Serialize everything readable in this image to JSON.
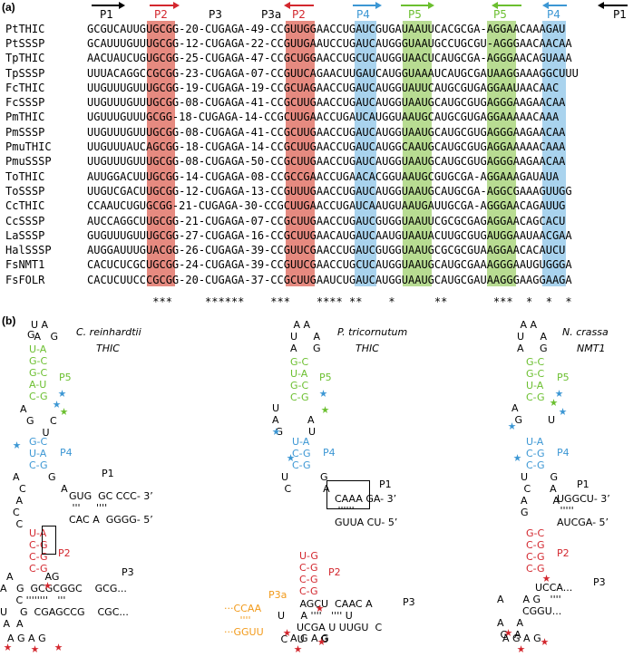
{
  "panel_a": {
    "label": "(a)",
    "helices": [
      {
        "name": "P1",
        "dir": "right",
        "color": "#000000"
      },
      {
        "name": "P2",
        "dir": "right",
        "color": "#d3272e"
      },
      {
        "name": "P3",
        "dir": "none",
        "color": "#000000"
      },
      {
        "name": "P3a",
        "dir": "none",
        "color": "#000000"
      },
      {
        "name": "P2",
        "dir": "left",
        "color": "#d3272e"
      },
      {
        "name": "P4",
        "dir": "right",
        "color": "#3c97d4"
      },
      {
        "name": "P5",
        "dir": "right",
        "color": "#6bbf2f"
      },
      {
        "name": "P5",
        "dir": "left",
        "color": "#6bbf2f"
      },
      {
        "name": "P4",
        "dir": "left",
        "color": "#3c97d4"
      },
      {
        "name": "P1",
        "dir": "left",
        "color": "#000000"
      }
    ],
    "rows": [
      {
        "name": "PtTHIC",
        "seq": "GCGUCAUUGUGCGG-20-CUGAGA-49-CCGUUGGAACCUGAUCGUGAUAAUUCACGCGA-AGGAACAAAGAU"
      },
      {
        "name": "PtSSSP",
        "seq": "GCAUUUGUUUGCGG-12-CUGAGA-22-CCGUUGAAUCCUGAUCAUGGGUAAUGCCUGCGU-AGGGAACAACAA"
      },
      {
        "name": "TpTHIC",
        "seq": "AACUAUCUGUGCGG-25-CUGAGA-47-CCGCUGGAACCUGCUCAUGGUAACUCAUGCGA-AGGGAACAGUAAA"
      },
      {
        "name": "TpSSSP",
        "seq": "UUUACAGGCCGCGG-23-CUGAGA-07-CCGUUCAGAACUUGAUCAUGGUAAAUCAUGCGAUAAGGAAAGGCUUU"
      },
      {
        "name": "FcTHIC",
        "seq": "UUGUUUGUUUGCGG-19-CUGAGA-19-CCGCUAGAACCUGAUCAUGGUAUUCAUGCGUGAGGAAUAACAAC"
      },
      {
        "name": "FcSSSP",
        "seq": "UUGUUUGUUUGCGG-08-CUGAGA-41-CCGCUUGAACCUGAUCAUGGUAAUGCAUGCGUGAGGGAAGAACAA"
      },
      {
        "name": "PmTHIC",
        "seq": "UGUUUGUUUGCGG-18-CUGAGA-14-CCGCUUGAACCUGAUCAUGGUAAUGCAUGCGUGAGGAAAAACAAA"
      },
      {
        "name": "PmSSSP",
        "seq": "UUGUUUGUUUGCGG-08-CUGAGA-41-CCGCUUGAACCUGAUCAUGGUAAUGCAUGCGUGAGGGAAGAACAA"
      },
      {
        "name": "PmuTHIC",
        "seq": "UUGUUUAUCAGCGG-18-CUGAGA-14-CCGCUUGAACCUGAUCAUGGCAAUGCAUGCGUGAGGAAAAACAAA"
      },
      {
        "name": "PmuSSSP",
        "seq": "UUGUUUGUUUGCGG-08-CUGAGA-50-CCGCUUGAACCUGAUCAUGGUAAUGCAUGCGUGAGGGAAGAACAA"
      },
      {
        "name": "ToTHIC",
        "seq": "AUUGGACUUUGCGG-14-CUGAGA-08-CCGCCGAACCUGAACACGGUAAUGCGUGCGA-AGGAAAGAUAUA"
      },
      {
        "name": "ToSSSP",
        "seq": "UUGUCGACUUGCGG-12-CUGAGA-13-CCGUUUGAACCUGAUCAUGGUAAUGCAUGCGA-AGGCGAAAGUUGG"
      },
      {
        "name": "CcTHIC",
        "seq": "CCAAUCUGUGCGG-21-CUGAGA-30-CCGCUUGAACCUGAUCAAUGUAAUGAUUGCGA-AGGGAACAGAUUG"
      },
      {
        "name": "CcSSSP",
        "seq": "AUCCAGGCUUGCGG-21-CUGAGA-07-CCGCUUGAACCUGAUCGUGGUAAUUCGCGCGAGAGGAACAGCACU"
      },
      {
        "name": "LaSSSP",
        "seq": "GUGUUUGUUUGCGG-27-CUGAGA-16-CCGCUUGAACAUGAUCAAUGUAAUACUUGCGUGAUGGAAUAACGAA"
      },
      {
        "name": "HalSSSP",
        "seq": "AUGGAUUUGUACGG-26-CUGAGA-39-CCGUUCGAACCUGAUCGUGGUAAUGCGCGCGUAAGGAACACAUCU"
      },
      {
        "name": "FsNMT1",
        "seq": "CACUCUCGCUGCGG-24-CUGAGA-39-CCGUUCGAACCUGCUCAUGGUAAUGCAUGCGAAAGGGAAUGUGGGA"
      },
      {
        "name": "FsFOLR",
        "seq": "CACUCUUCCCGCGG-20-CUGAGA-37-CCGCUUGAAUCUGAUCAUGGUAAUGCAUGCGAUAAGGGAAGGAAGA"
      }
    ],
    "conservation": "          ***     ******    ***    **** **    *      **       ***  *  *  *"
  },
  "panel_b": {
    "label": "(b)",
    "structures": [
      {
        "species": "C. reinhardtii",
        "gene": "THIC"
      },
      {
        "species": "P. tricornutum",
        "gene": "THIC"
      },
      {
        "species": "N. crassa",
        "gene": "NMT1"
      }
    ],
    "stem_labels": {
      "p1": "P1",
      "p2": "P2",
      "p3": "P3",
      "p3a": "P3a",
      "p4": "P4",
      "p5": "P5"
    },
    "ends": {
      "three_prime": "3’",
      "five_prime": "5’"
    },
    "colors": {
      "p2": "#d3272e",
      "p4": "#3c97d4",
      "p5": "#6bbf2f",
      "p3a": "#f29a1a",
      "star_red": "#d3272e",
      "star_blue": "#3c97d4"
    }
  }
}
